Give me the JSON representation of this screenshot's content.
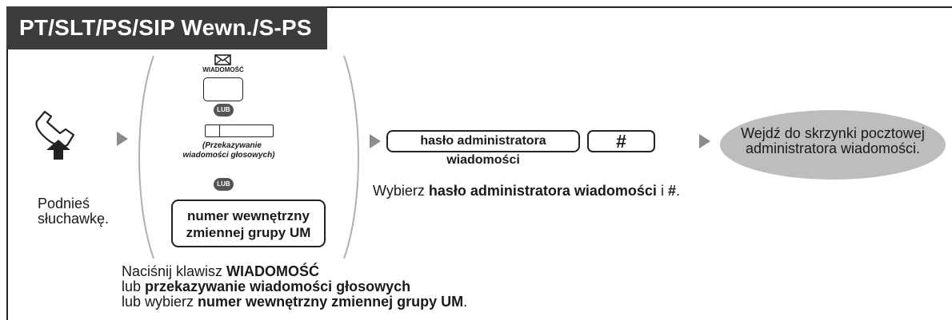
{
  "title": "PT/SLT/PS/SIP Wewn./S-PS",
  "step1": {
    "label_line1": "Podnieś",
    "label_line2": "słuchawkę."
  },
  "step2": {
    "message_key_label": "WIADOMOŚĆ",
    "lub1": "LUB",
    "forward_caption_line1": "(Przekazywanie",
    "forward_caption_line2": "wiadomości głosowych)",
    "lub2": "LUB",
    "ext_line1": "numer wewnętrzny",
    "ext_line2": "zmiennej grupy UM",
    "desc": {
      "l1_pre": "Naciśnij klawisz ",
      "l1_bold": "WIADOMOŚĆ",
      "l2_pre": "lub ",
      "l2_bold": "przekazywanie wiadomości głosowych",
      "l3_pre": "lub wybierz ",
      "l3_bold": "numer wewnętrzny zmiennej grupy UM",
      "l3_post": "."
    }
  },
  "step3": {
    "password_box": "hasło administratora wiadomości",
    "hash_key": "#",
    "desc_pre": "Wybierz ",
    "desc_bold": "hasło administratora wiadomości",
    "desc_mid": " i ",
    "desc_bold2": "#",
    "desc_post": "."
  },
  "step4": {
    "result_line1": "Wejdź do skrzynki pocztowej",
    "result_line2": "administratora wiadomości."
  },
  "icons": [
    "handset-off-hook-icon",
    "envelope-icon",
    "step-arrow-icon"
  ]
}
